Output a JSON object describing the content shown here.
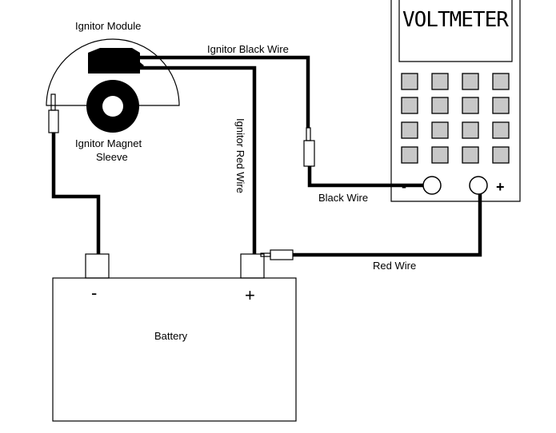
{
  "labels": {
    "ignitor_module": "Ignitor Module",
    "ignitor_black_wire": "Ignitor Black Wire",
    "ignitor_red_wire": "Ignitor Red Wire",
    "ignitor_magnet_sleeve_line1": "Ignitor Magnet",
    "ignitor_magnet_sleeve_line2": "Sleeve",
    "black_wire": "Black Wire",
    "red_wire": "Red Wire",
    "battery": "Battery",
    "battery_negative": "-",
    "battery_positive": "+"
  },
  "voltmeter": {
    "display_text": "VOLTMETER",
    "negative_sign": "-",
    "positive_sign": "+",
    "key_color": "#c8c8c8"
  }
}
